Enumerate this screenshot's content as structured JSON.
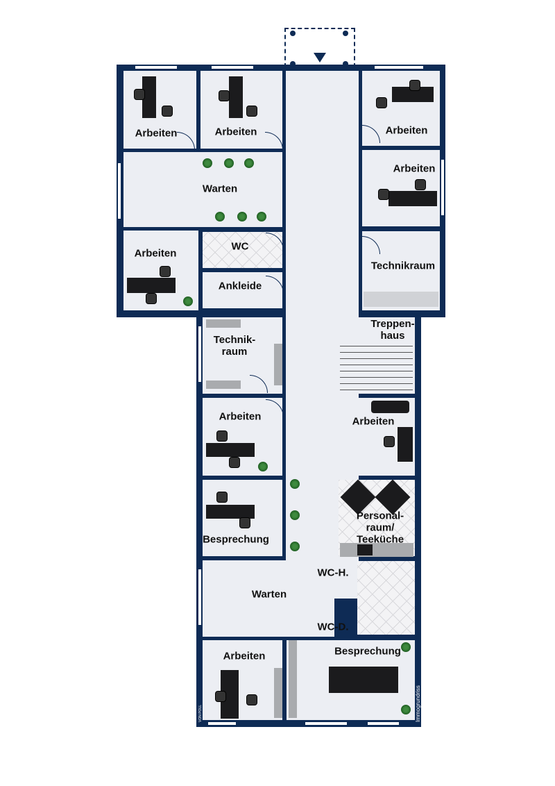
{
  "plan": {
    "rooms_top": [
      {
        "label": "Arbeiten"
      },
      {
        "label": "Arbeiten"
      },
      {
        "label": "Warten"
      },
      {
        "label": "Arbeiten"
      },
      {
        "label": "WC"
      },
      {
        "label": "Ankleide"
      },
      {
        "label": "Arbeiten"
      },
      {
        "label": "Arbeiten"
      },
      {
        "label": "Technikraum"
      }
    ],
    "rooms_bottom": [
      {
        "label": "Technik-\nraum"
      },
      {
        "label": "Arbeiten"
      },
      {
        "label": "Besprechung"
      },
      {
        "label": "Warten"
      },
      {
        "label": "Arbeiten"
      },
      {
        "label": "Treppen-\nhaus"
      },
      {
        "label": "Arbeiten"
      },
      {
        "label": "Personal-\nraum/\nTeeküche"
      },
      {
        "label": "WC-H."
      },
      {
        "label": "WC-D."
      },
      {
        "label": "Besprechung"
      }
    ],
    "watermark": "Immogrundriss",
    "logo_text": "VON POLL"
  },
  "colors": {
    "wall": "#0e2b55",
    "floor": "#eceef3",
    "plant": "#2f7a32"
  }
}
